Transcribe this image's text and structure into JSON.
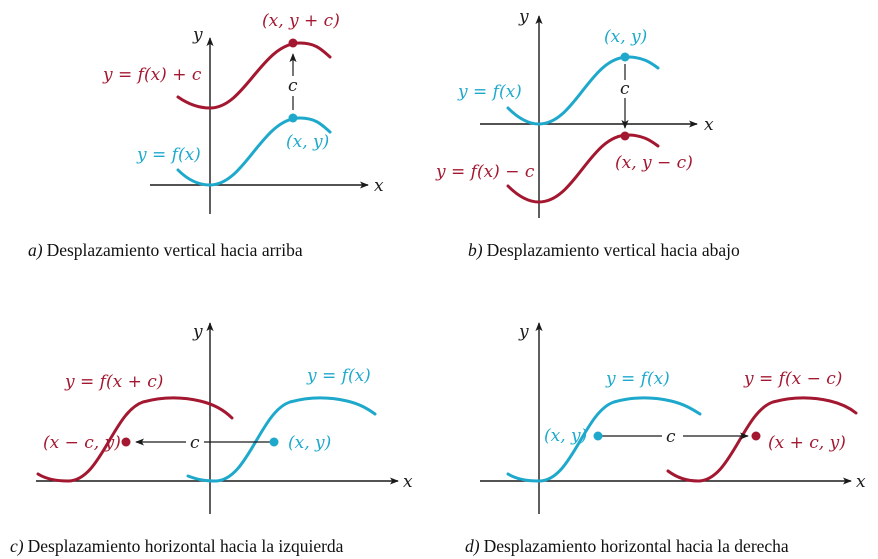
{
  "colors": {
    "cyan": "#1ea9cc",
    "red": "#a31830",
    "axis": "#1a1a1a"
  },
  "panels": [
    {
      "letter": "a)",
      "caption": "Desplazamiento vertical hacia arriba",
      "x_axis": "x",
      "y_axis": "y",
      "base_curve_label": "y = f(x)",
      "shifted_curve_label": "y = f(x) + c",
      "base_point": "(x, y)",
      "shifted_point": "(x, y + c)",
      "shift": "c"
    },
    {
      "letter": "b)",
      "caption": "Desplazamiento vertical hacia abajo",
      "x_axis": "x",
      "y_axis": "y",
      "base_curve_label": "y = f(x)",
      "shifted_curve_label": "y = f(x) − c",
      "base_point": "(x, y)",
      "shifted_point": "(x, y − c)",
      "shift": "c"
    },
    {
      "letter": "c)",
      "caption": "Desplazamiento horizontal hacia la izquierda",
      "x_axis": "x",
      "y_axis": "y",
      "base_curve_label": "y = f(x)",
      "shifted_curve_label": "y = f(x + c)",
      "base_point": "(x, y)",
      "shifted_point": "(x − c, y)",
      "shift": "c"
    },
    {
      "letter": "d)",
      "caption": "Desplazamiento horizontal hacia la derecha",
      "x_axis": "x",
      "y_axis": "y",
      "base_curve_label": "y = f(x)",
      "shifted_curve_label": "y = f(x − c)",
      "base_point": "(x, y)",
      "shifted_point": "(x + c, y)",
      "shift": "c"
    }
  ]
}
